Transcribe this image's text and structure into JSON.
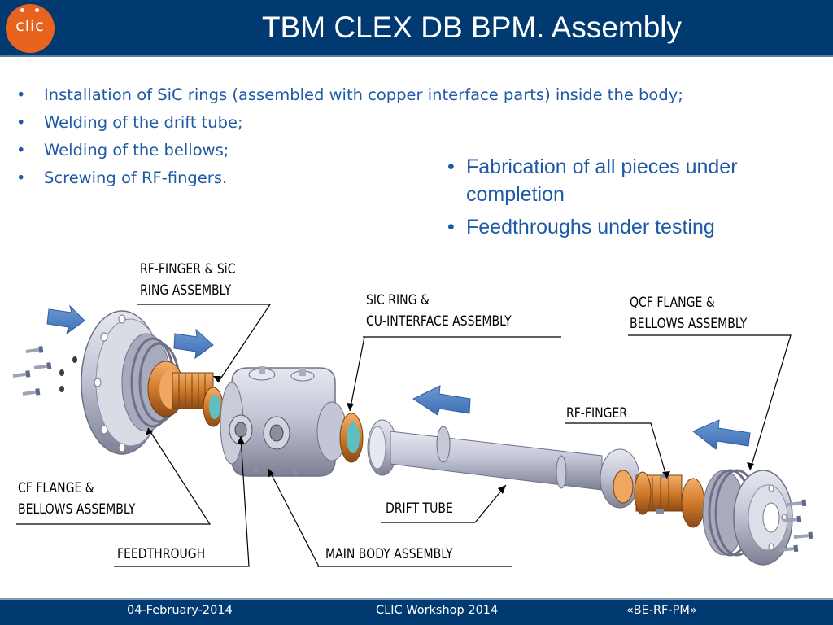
{
  "header": {
    "logo_text": "clic",
    "title": "TBM CLEX DB BPM. Assembly"
  },
  "bullets_left": [
    "Installation of SiC rings (assembled with copper interface parts) inside the body;",
    "Welding of the drift tube;",
    "Welding of the bellows;",
    "Screwing of RF-fingers."
  ],
  "bullets_right": [
    "Fabrication of all pieces under completion",
    "Feedthroughs under testing"
  ],
  "callouts": {
    "rf_finger_sic_line1": "RF-FINGER & SiC",
    "rf_finger_sic_line2": "RING ASSEMBLY",
    "sic_ring_line1": "SIC RING &",
    "sic_ring_line2": "CU-INTERFACE ASSEMBLY",
    "qcf_line1": "QCF FLANGE &",
    "qcf_line2": "BELLOWS ASSEMBLY",
    "rf_finger": "RF-FINGER",
    "cf_flange_line1": "CF FLANGE &",
    "cf_flange_line2": "BELLOWS ASSEMBLY",
    "drift_tube": "DRIFT TUBE",
    "feedthrough": "FEEDTHROUGH",
    "main_body": "MAIN BODY ASSEMBLY"
  },
  "footer": {
    "date": "04-February-2014",
    "event": "CLIC Workshop 2014",
    "group": "«BE-RF-PM»"
  },
  "colors": {
    "header_bg": "#003a70",
    "text_blue": "#1f5aa6",
    "logo_orange": "#e8641e",
    "arrow_blue": "#4a7fc1",
    "copper": "#d07a2a",
    "steel": "#b9bccb"
  }
}
